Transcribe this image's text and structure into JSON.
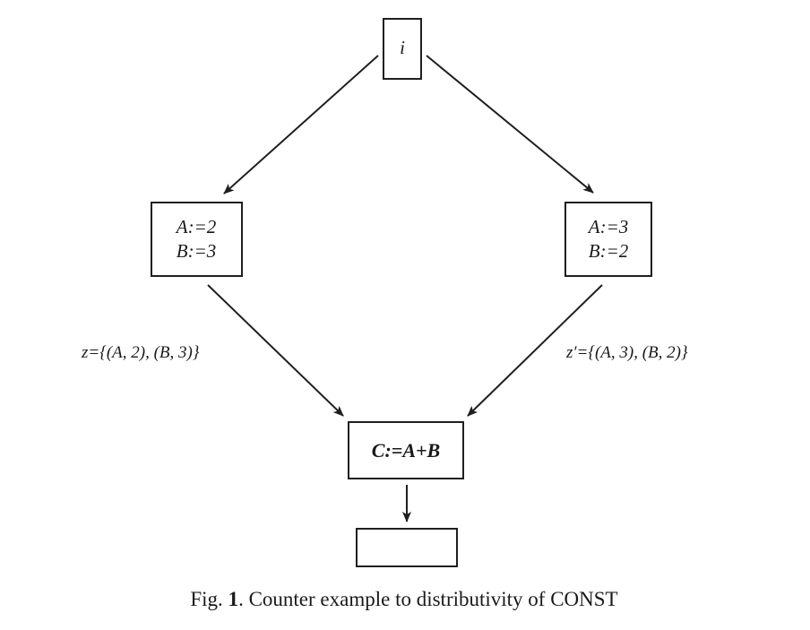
{
  "nodes": {
    "entry": {
      "label": "i"
    },
    "left_assign": {
      "line1": "A:=2",
      "line2": "B:=3"
    },
    "right_assign": {
      "line1": "A:=3",
      "line2": "B:=2"
    },
    "merge": {
      "label": "C:=A+B"
    },
    "exit": {
      "label": ""
    }
  },
  "edge_labels": {
    "left": "z={(A, 2), (B, 3)}",
    "right": "z′={(A, 3), (B, 2)}"
  },
  "caption": {
    "prefix": "Fig. ",
    "number": "1",
    "text": ". Counter example to distributivity of CONST"
  }
}
